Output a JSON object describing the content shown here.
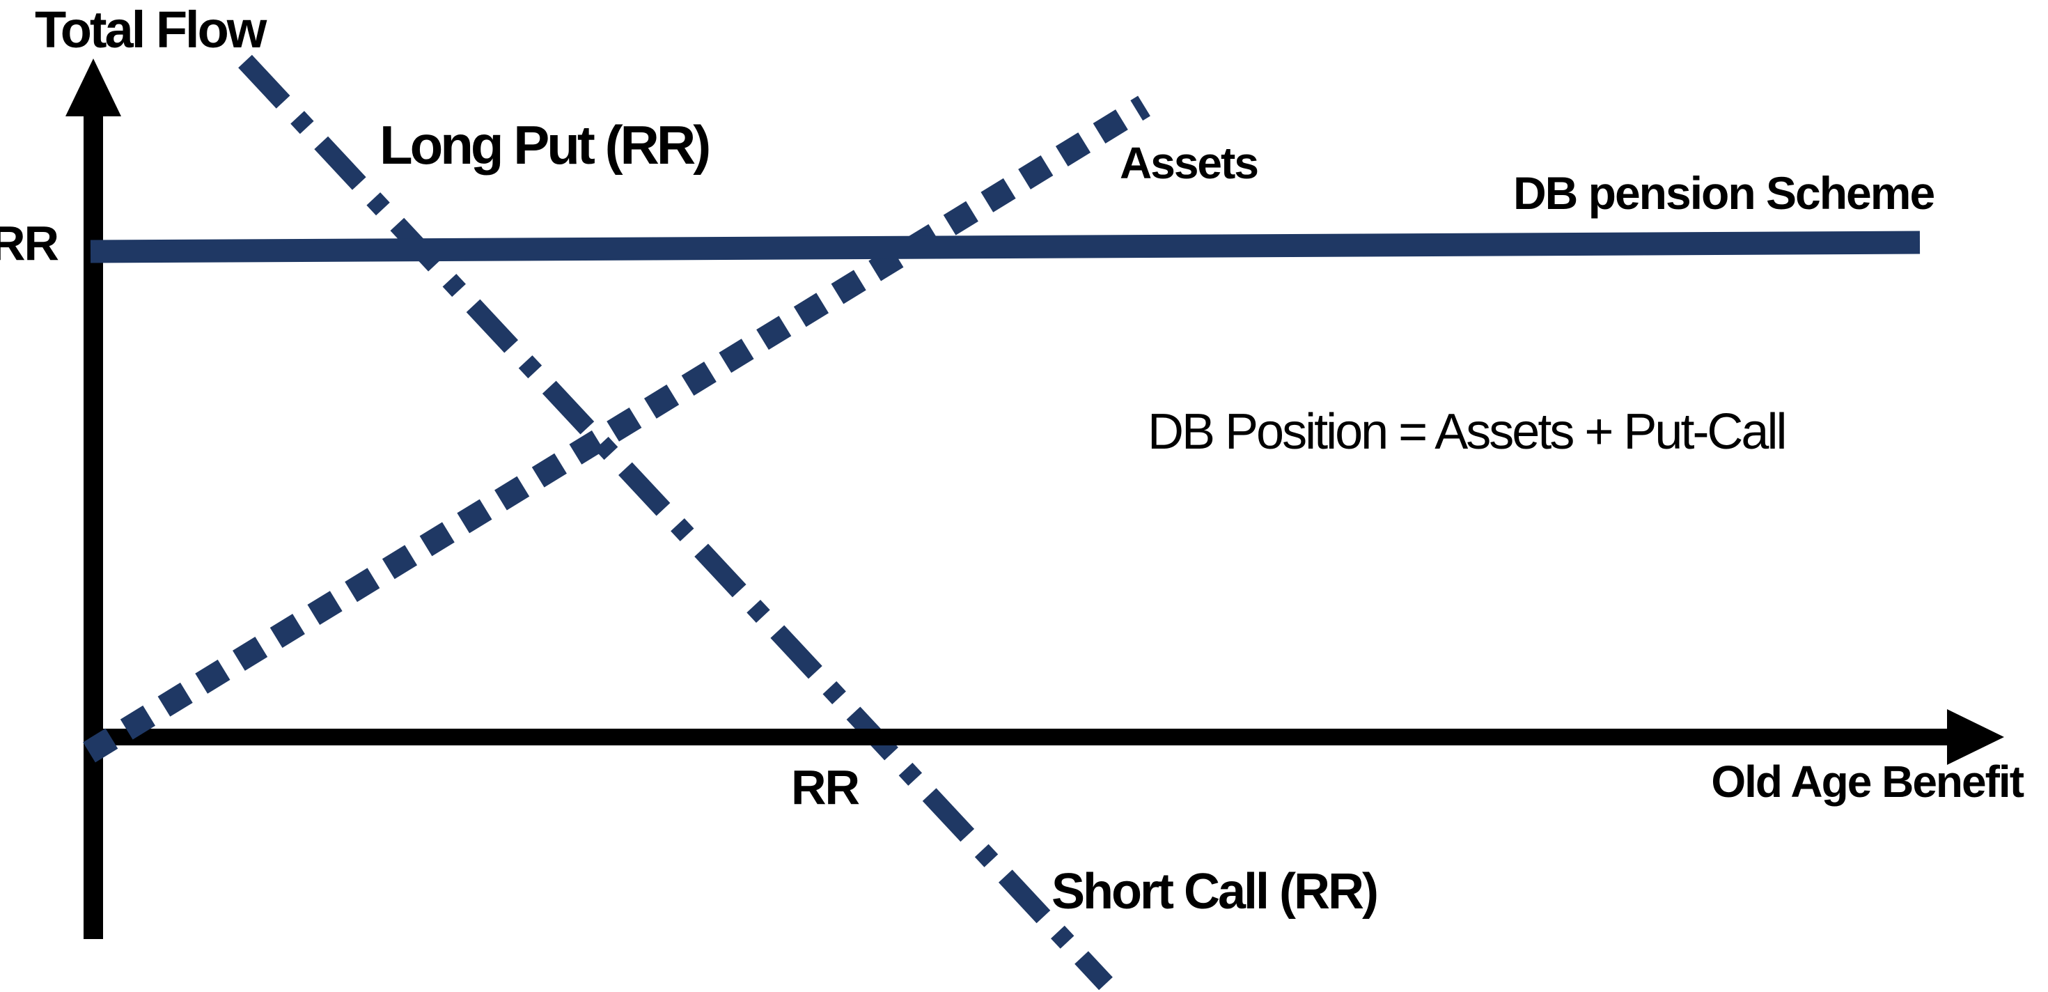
{
  "page": {
    "background": "#ffffff"
  },
  "colors": {
    "axis": "#000000",
    "navy": "#1f3864",
    "text": "#000000"
  },
  "labels": {
    "y_axis_title": "Total Flow",
    "y_tick": "RR",
    "long_put": "Long Put (RR)",
    "assets": "Assets",
    "db_pension": "DB pension Scheme",
    "annotation": "DB Position = Assets + Put-Call",
    "x_tick": "RR",
    "short_call": "Short Call (RR)",
    "x_axis_title": "Old Age Benefit"
  },
  "chart_data": {
    "type": "line",
    "title": "",
    "xlabel": "Old Age Benefit",
    "ylabel": "Total Flow",
    "x_tick_labels": [
      "RR"
    ],
    "y_tick_labels": [
      "RR"
    ],
    "grid": false,
    "legend": "inline-labels",
    "series": [
      {
        "name": "DB pension Scheme",
        "style": "solid-thick",
        "color": "#1f3864",
        "description": "Horizontal line at height Total Flow = RR, spanning the full width of the plot"
      },
      {
        "name": "Assets",
        "style": "square-dash",
        "color": "#1f3864",
        "description": "Straight upward-sloping dashed line from the origin toward the upper right"
      },
      {
        "name": "Long Put (RR) / Short Call (RR)",
        "style": "dash-dot",
        "color": "#1f3864",
        "description": "Straight downward-sloping dash-dot line from upper left, crossing the x-axis at RR and continuing below the axis"
      }
    ],
    "annotations": [
      "DB Position = Assets + Put-Call"
    ]
  }
}
